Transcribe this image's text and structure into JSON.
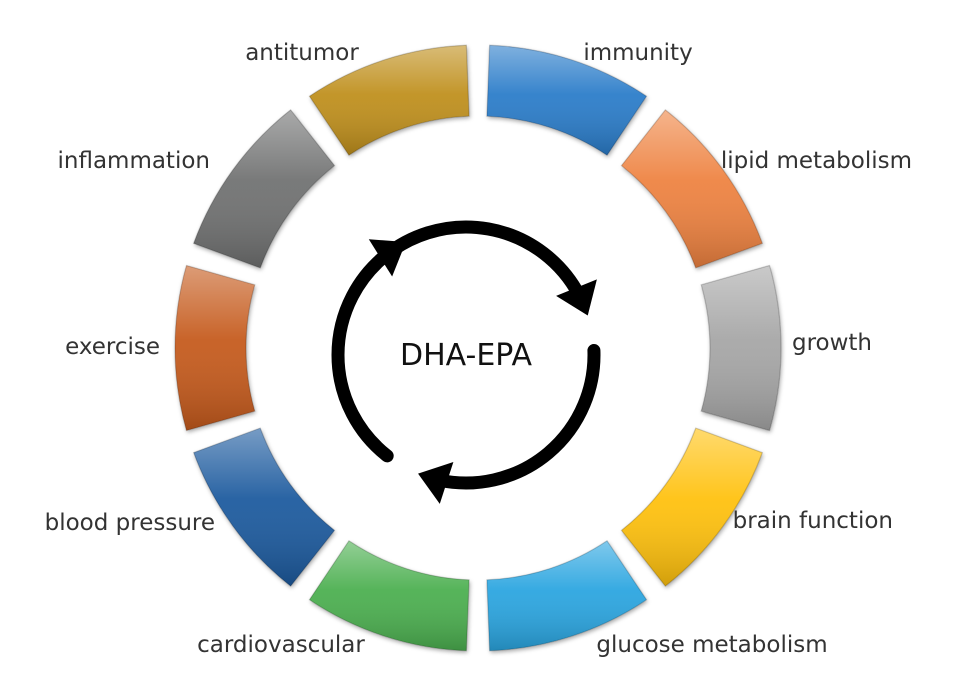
{
  "center": {
    "label": "DHA-EPA",
    "arrow_color": "#000000"
  },
  "segments": [
    {
      "key": "immunity",
      "label": "immunity",
      "color": "#2c7bc9"
    },
    {
      "key": "lipid-metabolism",
      "label": "lipid metabolism",
      "color": "#ee8240"
    },
    {
      "key": "growth",
      "label": "growth",
      "color": "#a6a6a6"
    },
    {
      "key": "brain-function",
      "label": "brain function",
      "color": "#ffc10e"
    },
    {
      "key": "glucose-metabolism",
      "label": "glucose metabolism",
      "color": "#2aa5e0"
    },
    {
      "key": "cardiovascular",
      "label": "cardiovascular",
      "color": "#4caf50"
    },
    {
      "key": "blood-pressure",
      "label": "blood pressure",
      "color": "#1e5a9e"
    },
    {
      "key": "exercise",
      "label": "exercise",
      "color": "#c55a1f"
    },
    {
      "key": "inflammation",
      "label": "inflammation",
      "color": "#6f7171"
    },
    {
      "key": "antitumor",
      "label": "antitumor",
      "color": "#bf8f1f"
    }
  ]
}
